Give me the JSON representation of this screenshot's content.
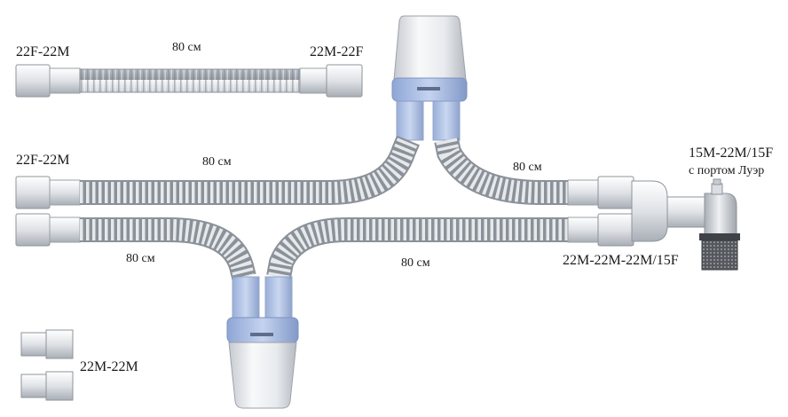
{
  "labels": {
    "top_left_conn": "22F-22M",
    "top_len": "80 см",
    "top_right_conn": "22M-22F",
    "mid_left_conn": "22F-22M",
    "mid_len": "80 см",
    "right_len_upper": "80 см",
    "right_conn_line1": "15M-22M/15F",
    "right_conn_line2": "с портом Луэр",
    "lower_left_len": "80 см",
    "lower_right_len": "80 см",
    "lower_right_conn": "22M-22M-22M/15F",
    "adapter_label": "22M-22M"
  },
  "colors": {
    "tube": "#d6dadf",
    "tube_dark": "#9aa1a8",
    "collar_blue": "#a9bfe6",
    "cup_white": "#eceff2"
  }
}
